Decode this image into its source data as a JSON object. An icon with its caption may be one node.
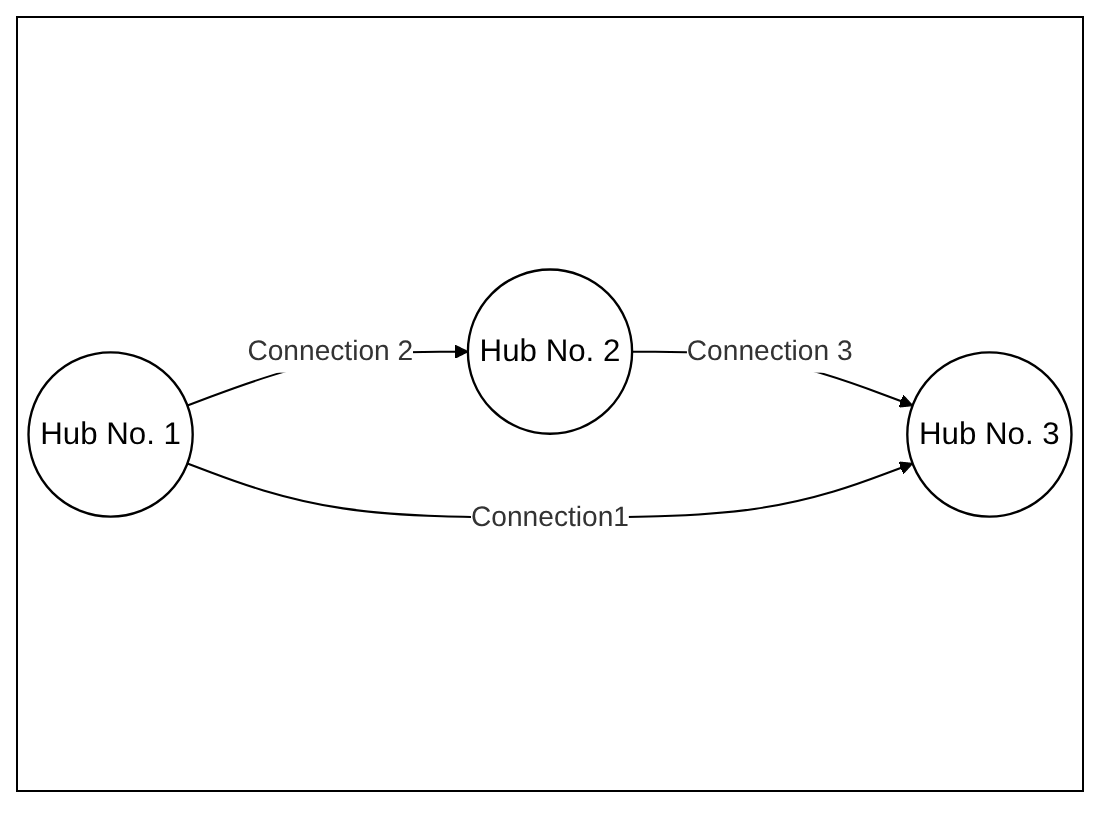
{
  "diagram": {
    "nodes": [
      {
        "text": [
          "Hub No. 2"
        ]
      },
      {
        "text": [
          "Hub No. 1"
        ]
      },
      {
        "text": [
          "Hub No. 3"
        ]
      }
    ],
    "edges": [
      {
        "from": 1,
        "to": 0,
        "arrow": "to",
        "label": "Connection 2"
      },
      {
        "from": 0,
        "to": 2,
        "arrow": "to",
        "label": "Connection 3"
      },
      {
        "from": 1,
        "to": 2,
        "arrow": "to",
        "label": "Connection1"
      }
    ]
  }
}
